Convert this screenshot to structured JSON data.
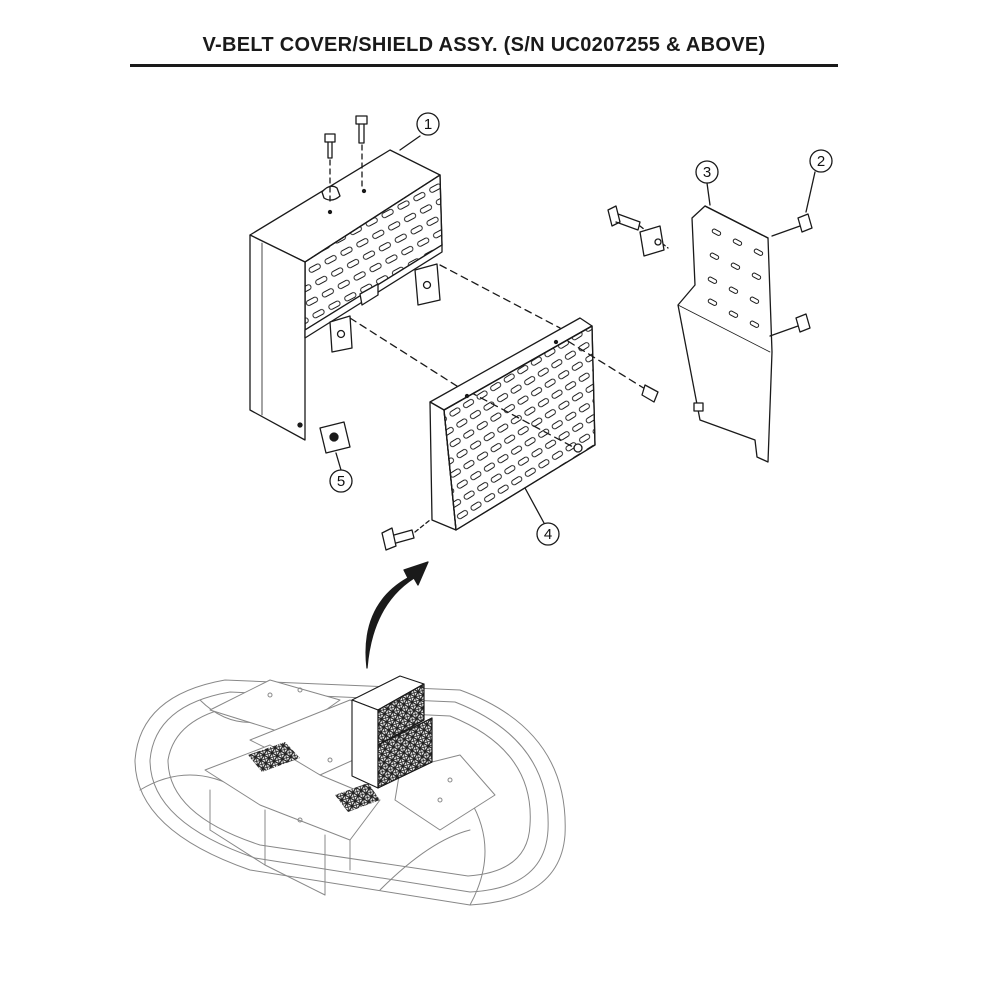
{
  "header": {
    "title": "V-BELT COVER/SHIELD ASSY. (S/N UC0207255 & ABOVE)"
  },
  "callouts": [
    {
      "number": "1",
      "part": "upper-cover"
    },
    {
      "number": "2",
      "part": "bolt"
    },
    {
      "number": "3",
      "part": "side-shield"
    },
    {
      "number": "4",
      "part": "front-cover"
    },
    {
      "number": "5",
      "part": "clip-nut"
    }
  ],
  "colors": {
    "line": "#1a1a1a",
    "background": "#ffffff"
  }
}
